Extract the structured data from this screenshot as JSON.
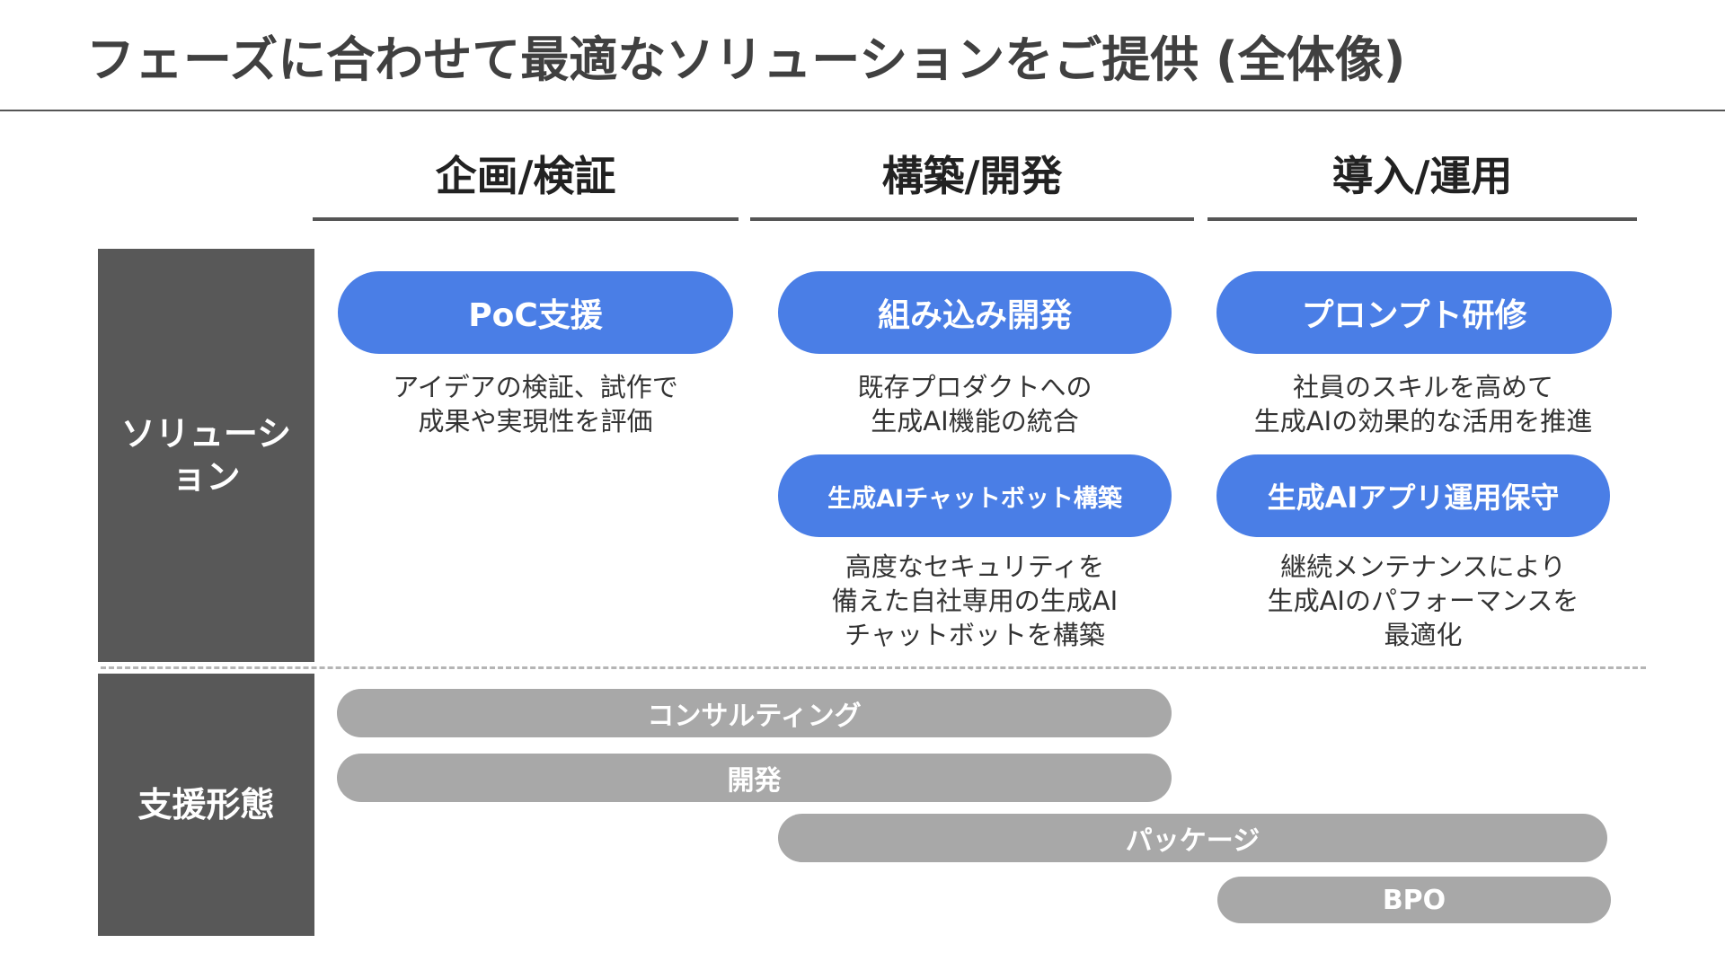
{
  "title": "フェーズに合わせて最適なソリューションをご提供 (全体像)",
  "phases": [
    "企画/検証",
    "構築/開発",
    "導入/運用"
  ],
  "row_labels": {
    "solutions": [
      "ソリューシ",
      "ョン"
    ],
    "support": "支援形態"
  },
  "solutions": [
    {
      "label": "PoC支援",
      "desc": [
        "アイデアの検証、試作で",
        "成果や実現性を評価"
      ]
    },
    {
      "label": "組み込み開発",
      "desc": [
        "既存プロダクトへの",
        "生成AI機能の統合"
      ]
    },
    {
      "label": "プロンプト研修",
      "desc": [
        "社員のスキルを高めて",
        "生成AIの効果的な活用を推進"
      ]
    },
    {
      "label": "生成AIチャットボット構築",
      "desc": [
        "高度なセキュリティを",
        "備えた自社専用の生成AI",
        "チャットボットを構築"
      ]
    },
    {
      "label": "生成AIアプリ運用保守",
      "desc": [
        "継続メンテナンスにより",
        "生成AIのパフォーマンスを",
        "最適化"
      ]
    }
  ],
  "support_bars": [
    "コンサルティング",
    "開発",
    "パッケージ",
    "BPO"
  ],
  "colors": {
    "accent": "#4a7ee6",
    "bar": "#a8a8a8",
    "label_bg": "#585858"
  }
}
